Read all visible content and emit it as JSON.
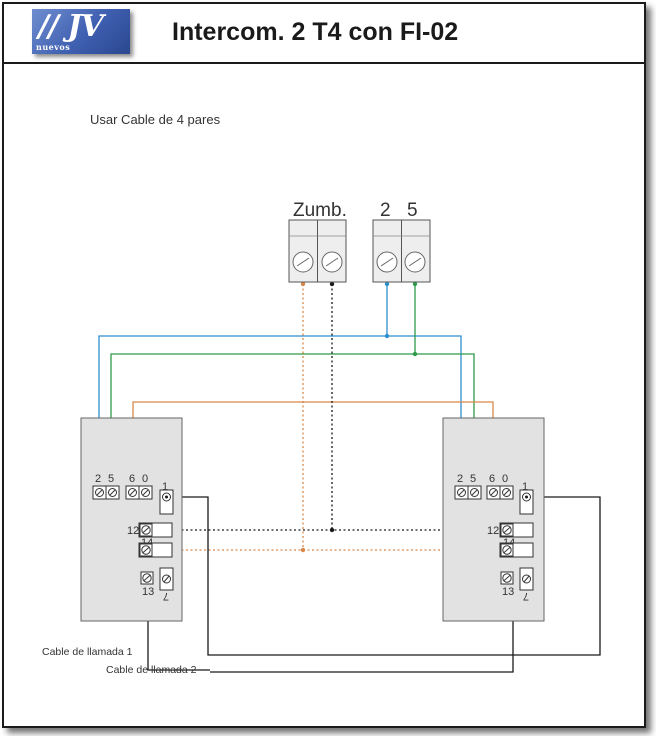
{
  "header": {
    "logo_mark": "// JV",
    "logo_brand": "nuevos",
    "title": "Intercom. 2 T4 con FI-02"
  },
  "note": "Usar Cable de 4 pares",
  "buzzer_block": {
    "label": "Zumb."
  },
  "door_block": {
    "label_2": "2",
    "label_5": "5"
  },
  "intercom_left": {
    "terminals": {
      "t2": "2",
      "t5": "5",
      "t6": "6",
      "t0": "0",
      "t1": "1",
      "t12": "12",
      "t14": "14",
      "t13": "13",
      "t7": "7"
    }
  },
  "intercom_right": {
    "terminals": {
      "t2": "2",
      "t5": "5",
      "t6": "6",
      "t0": "0",
      "t1": "1",
      "t12": "12",
      "t14": "14",
      "t13": "13",
      "t7": "7"
    }
  },
  "call_cables": {
    "cable_1": "Cable de llamada 1",
    "cable_2": "Cable de llamada 2"
  },
  "colors": {
    "blue_wire": "#2e8fcf",
    "green_wire": "#2e9a4a",
    "orange_wire": "#d9884a",
    "black_wire": "#1a1a1a",
    "panel_fill": "#e2e2e2"
  }
}
